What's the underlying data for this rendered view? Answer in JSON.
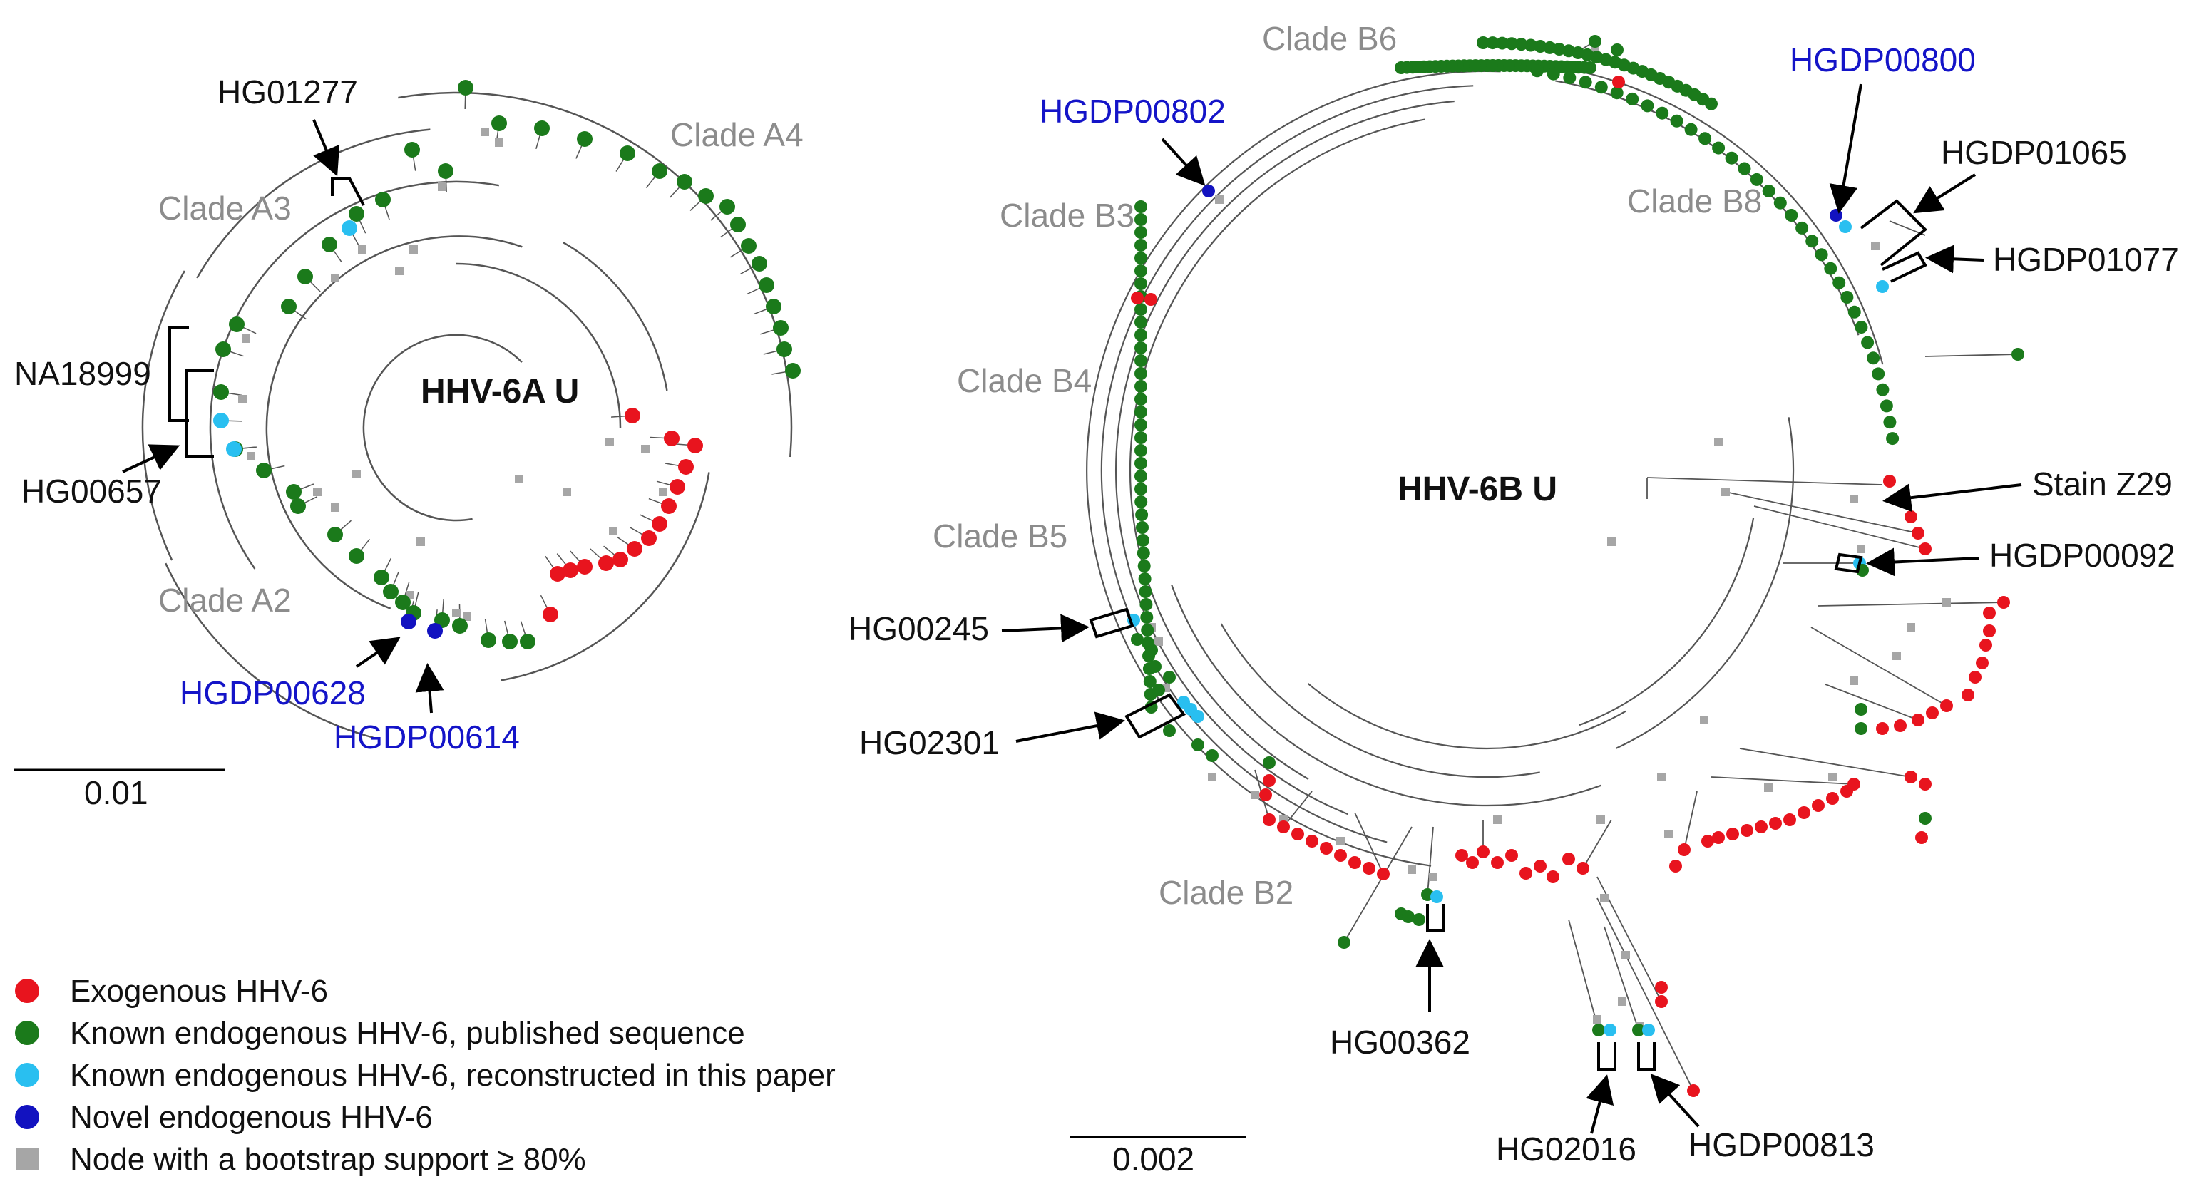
{
  "left_tree": {
    "center_label": "HHV-6A U",
    "clades": [
      {
        "name": "Clade A4"
      },
      {
        "name": "Clade A3"
      },
      {
        "name": "Clade A2"
      }
    ],
    "sample_labels": [
      {
        "text": "HG01277",
        "color": "black"
      },
      {
        "text": "NA18999",
        "color": "black"
      },
      {
        "text": "HG00657",
        "color": "black"
      },
      {
        "text": "HGDP00628",
        "color": "blue"
      },
      {
        "text": "HGDP00614",
        "color": "blue"
      }
    ],
    "scale_bar": "0.01"
  },
  "right_tree": {
    "center_label": "HHV-6B U",
    "clades": [
      {
        "name": "Clade B6"
      },
      {
        "name": "Clade B3"
      },
      {
        "name": "Clade B8"
      },
      {
        "name": "Clade B4"
      },
      {
        "name": "Clade B5"
      },
      {
        "name": "Clade B2"
      }
    ],
    "sample_labels": [
      {
        "text": "HGDP00802",
        "color": "blue"
      },
      {
        "text": "HGDP00800",
        "color": "blue"
      },
      {
        "text": "HGDP01065",
        "color": "black"
      },
      {
        "text": "HGDP01077",
        "color": "black"
      },
      {
        "text": "Stain Z29",
        "color": "black"
      },
      {
        "text": "HGDP00092",
        "color": "black"
      },
      {
        "text": "HG00245",
        "color": "black"
      },
      {
        "text": "HG02301",
        "color": "black"
      },
      {
        "text": "HG00362",
        "color": "black"
      },
      {
        "text": "HG02016",
        "color": "black"
      },
      {
        "text": "HGDP00813",
        "color": "black"
      }
    ],
    "scale_bar": "0.002"
  },
  "legend": [
    {
      "label": "Exogenous HHV-6",
      "color": "#e8141e",
      "shape": "circle"
    },
    {
      "label": "Known endogenous HHV-6, published sequence",
      "color": "#1b7a1b",
      "shape": "circle"
    },
    {
      "label": "Known endogenous HHV-6, reconstructed in this paper",
      "color": "#29bff0",
      "shape": "circle"
    },
    {
      "label": "Novel endogenous HHV-6",
      "color": "#1212c0",
      "shape": "circle"
    },
    {
      "label": "Node with a bootstrap support ≥ 80%",
      "color": "#a6a6a6",
      "shape": "square"
    }
  ],
  "colors": {
    "exogenous": "#e8141e",
    "known_published": "#1b7a1b",
    "known_reconstructed": "#29bff0",
    "novel": "#1212c0",
    "bootstrap_node": "#a6a6a6",
    "clade_label": "#8c8c8c",
    "novel_label": "#1414c8"
  }
}
